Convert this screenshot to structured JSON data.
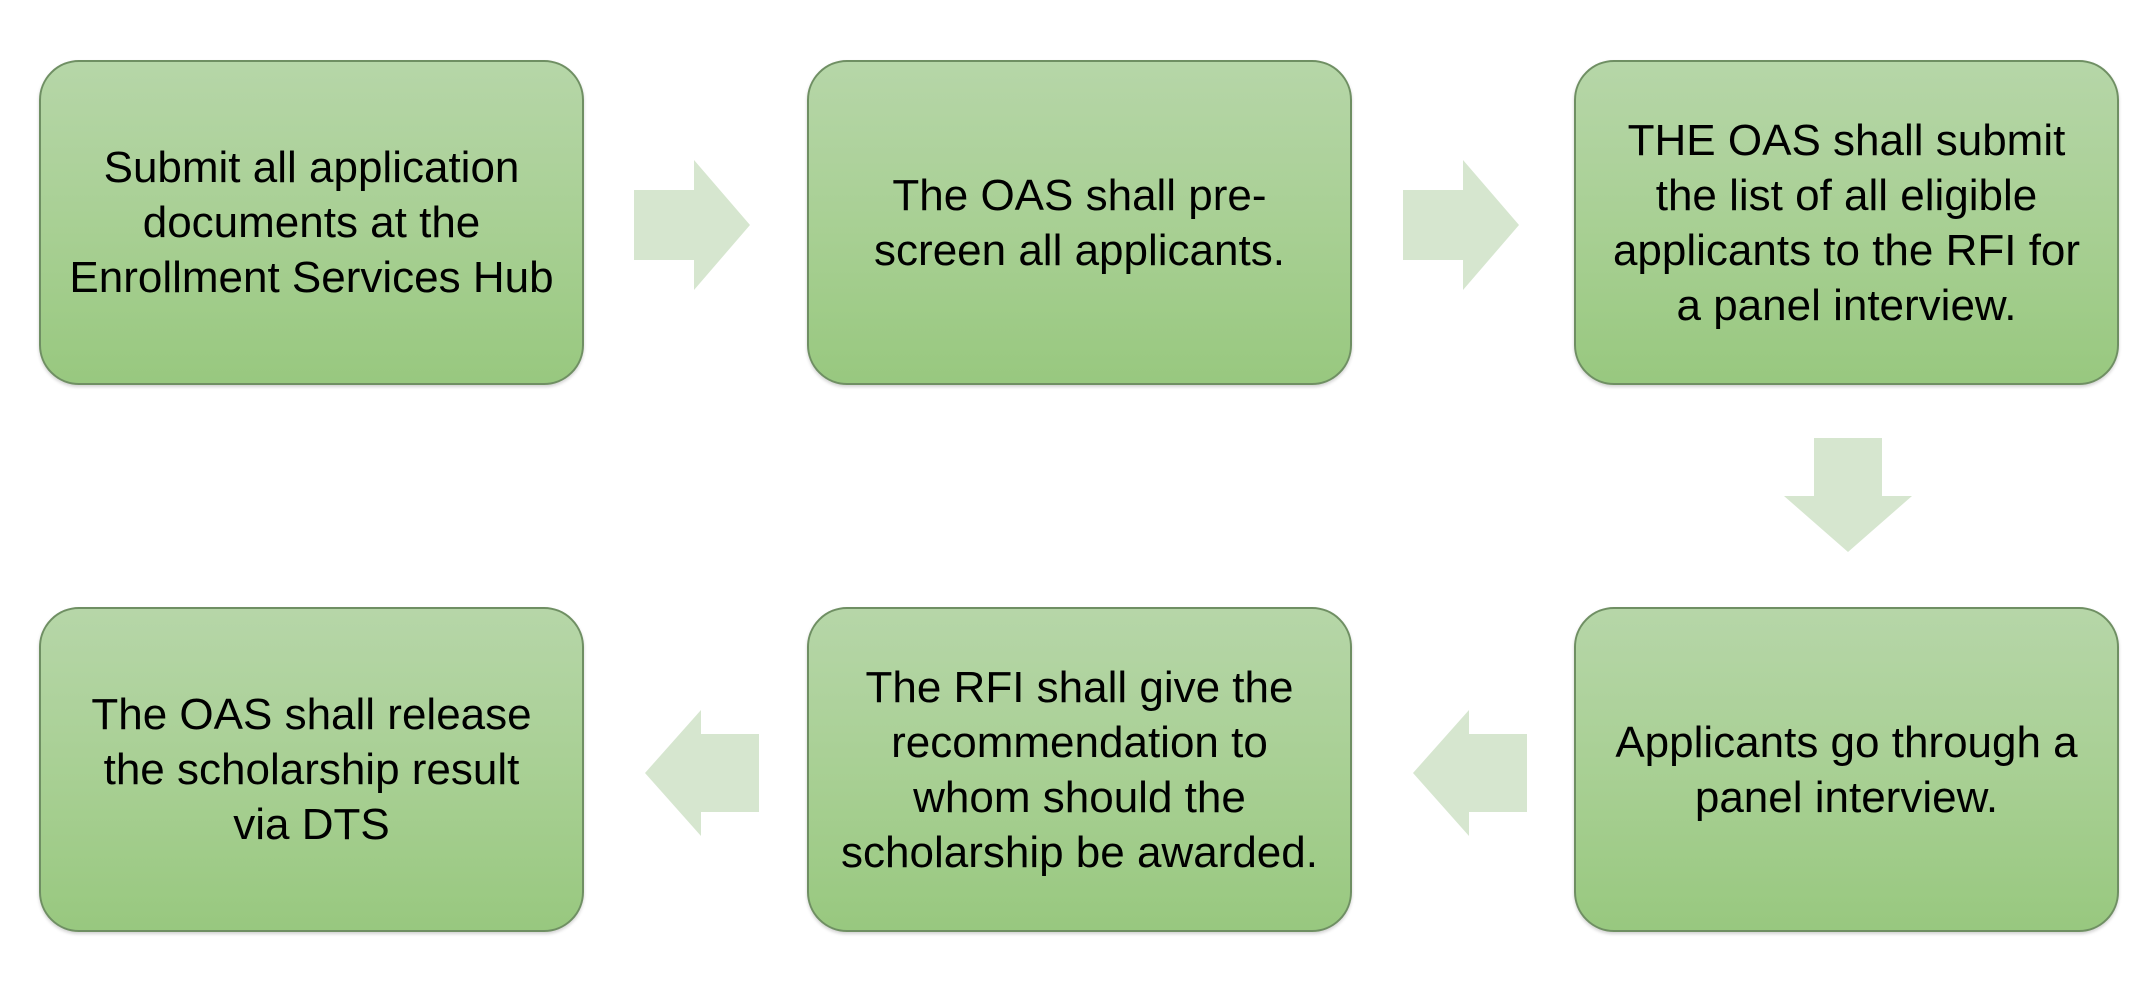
{
  "flowchart": {
    "steps": [
      {
        "text": "Submit all application\ndocuments at the\nEnrollment Services Hub"
      },
      {
        "text": "The OAS shall pre-\nscreen all applicants."
      },
      {
        "text": "THE OAS shall submit\nthe list of all eligible\napplicants to  the RFI for\na panel interview."
      },
      {
        "text": "Applicants go through a\npanel interview."
      },
      {
        "text": "The RFI shall give the\nrecommendation to\nwhom should the\nscholarship be awarded."
      },
      {
        "text": "The OAS shall release\nthe scholarship result\nvia DTS"
      }
    ],
    "colors": {
      "box_fill_top": "#b6d6a8",
      "box_fill_bottom": "#98c87f",
      "box_border": "#6f8f63",
      "arrow_fill": "#d6e6cf",
      "text": "#000000"
    }
  }
}
